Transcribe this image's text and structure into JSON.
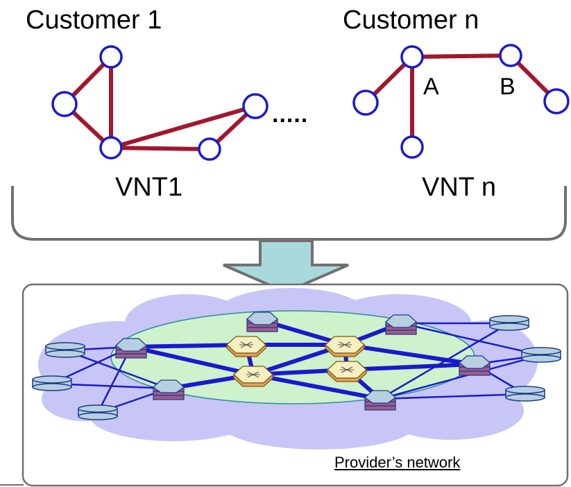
{
  "customers": [
    {
      "title": "Customer 1",
      "vnt_label": "VNT1"
    },
    {
      "title": "Customer n",
      "vnt_label": "VNT n",
      "node_labels": [
        "A",
        "B"
      ]
    }
  ],
  "ellipsis": ".....",
  "provider": {
    "label": "Provider’s network"
  },
  "colors": {
    "virtual_link": "#a0182d",
    "virtual_node_fill": "#ffffff",
    "virtual_node_stroke": "#1a1acc",
    "arrow": "#a9d9dd",
    "cloud": "#c7c6f6",
    "core_area": "#cdf2cc",
    "physical_link": "#1a1acc",
    "router": "#b7cfe0"
  }
}
